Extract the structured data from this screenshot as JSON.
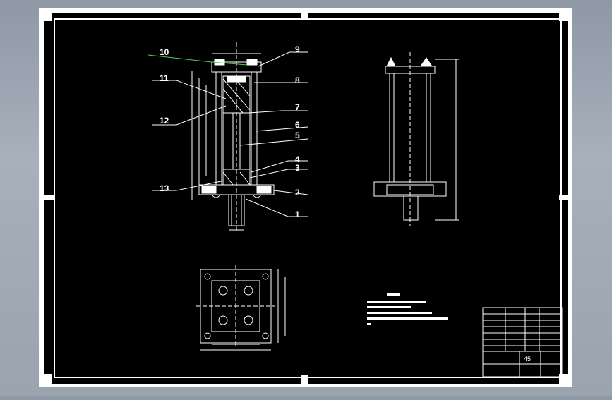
{
  "drawing": {
    "background": "#000000",
    "line_color": "#ffffff",
    "leader_accent": "#4fcf4f",
    "callouts": [
      "10",
      "11",
      "12",
      "13",
      "9",
      "8",
      "7",
      "6",
      "5",
      "4",
      "3",
      "2",
      "1"
    ],
    "title_block": {
      "material": "45"
    }
  }
}
